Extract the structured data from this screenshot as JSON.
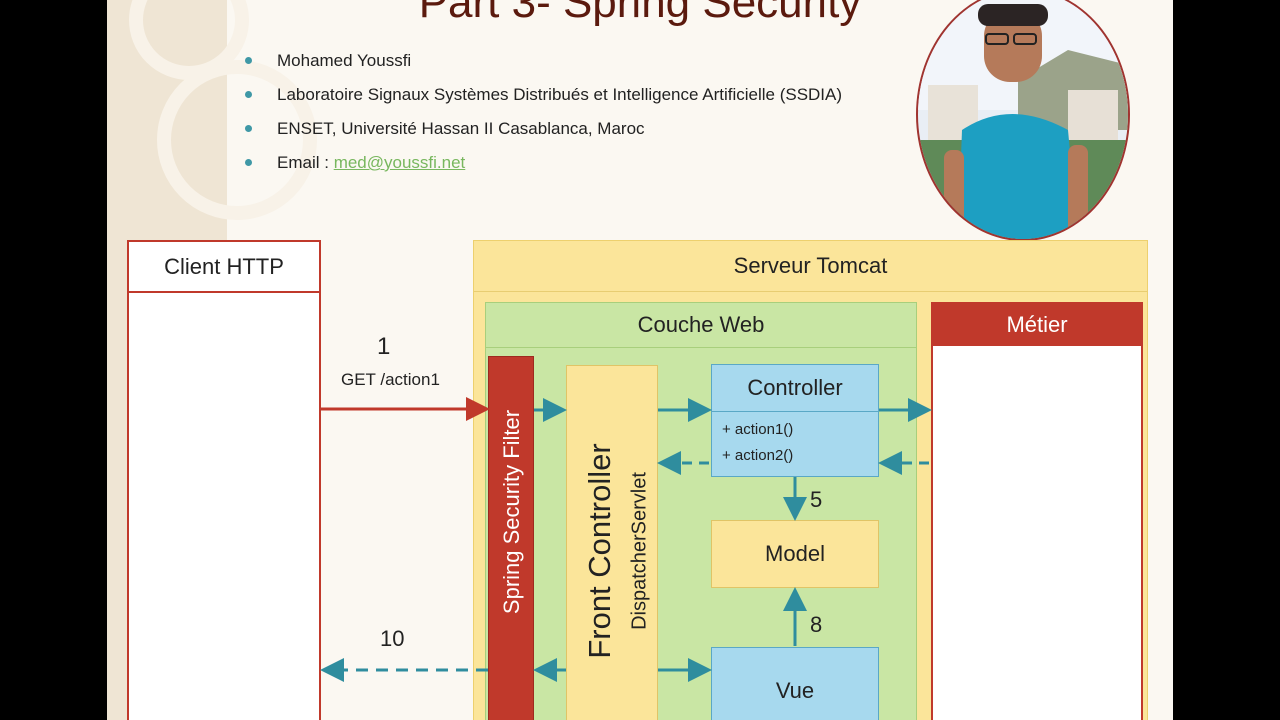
{
  "slide": {
    "title": "Part 3- Spring Security",
    "bullets": [
      "Mohamed Youssfi",
      "Laboratoire Signaux Systèmes Distribués et Intelligence Artificielle (SSDIA)",
      "ENSET, Université Hassan II Casablanca, Maroc"
    ],
    "email_label": "Email : ",
    "email": "med@youssfi.net"
  },
  "diagram": {
    "client": "Client HTTP",
    "server": "Serveur Tomcat",
    "web_layer": "Couche Web",
    "business": "Métier",
    "filter": "Spring Security Filter",
    "front_controller": "Front Controller",
    "dispatcher": "DispatcherServlet",
    "controller": "Controller",
    "action1": "+ action1()",
    "action2": "+ action2()",
    "model": "Model",
    "view": "Vue",
    "step1": "1",
    "request": "GET /action1",
    "step5": "5",
    "step8": "8",
    "step10": "10"
  },
  "colors": {
    "title": "#5b1a0e",
    "client_border": "#c0392b",
    "server_fill": "#fbe59a",
    "web_fill": "#c9e6a4",
    "business_fill": "#c0392b",
    "filter_fill": "#c0392b",
    "controller_fill": "#a7d9ee",
    "model_fill": "#fbe59a",
    "arrow_teal": "#2f8d9e",
    "arrow_red": "#c0392b"
  }
}
